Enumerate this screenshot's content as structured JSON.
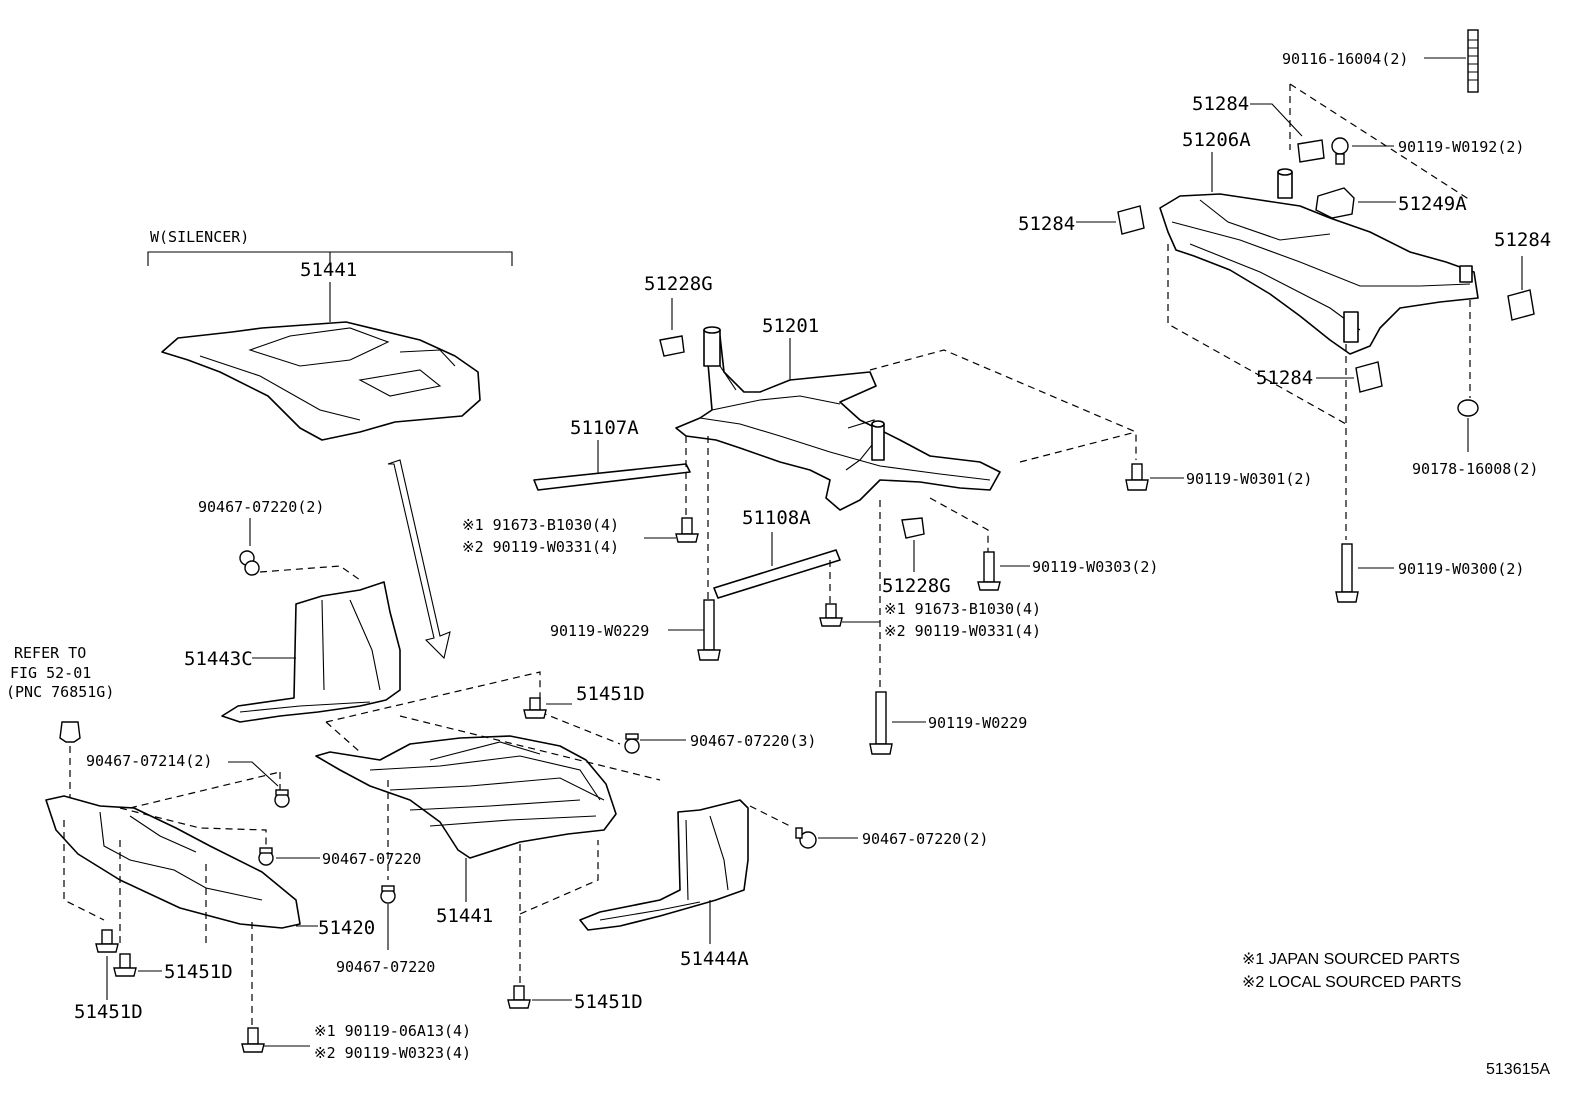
{
  "labels": {
    "w_silencer": "W(SILENCER)",
    "p51441_top": "51441",
    "p90467_07220_2_a": "90467-07220(2)",
    "p51443C": "51443C",
    "refer_1": "REFER TO",
    "refer_2": "FIG 52-01",
    "refer_3": "(PNC 76851G)",
    "p90467_07214_2": "90467-07214(2)",
    "p90467_07220_b": "90467-07220",
    "p51420": "51420",
    "p51451D_left_a": "51451D",
    "p51451D_left_b": "51451D",
    "p90467_07220_c": "90467-07220",
    "p90119_06A13": "※1 90119-06A13(4)",
    "p90119_W0323": "※2 90119-W0323(4)",
    "p51441_bottom": "51441",
    "p51451D_mid_top": "51451D",
    "p90467_07220_3": "90467-07220(3)",
    "p51451D_mid_bottom": "51451D",
    "p51444A": "51444A",
    "p90467_07220_2_b": "90467-07220(2)",
    "p51228G_top": "51228G",
    "p51201": "51201",
    "p51107A": "51107A",
    "p91673_B1030_a": "※1 91673-B1030(4)",
    "p90119_W0331_a": "※2 90119-W0331(4)",
    "p51108A": "51108A",
    "p90119_W0229_a": "90119-W0229",
    "p51228G_bottom": "51228G",
    "p91673_B1030_b": "※1 91673-B1030(4)",
    "p90119_W0331_b": "※2 90119-W0331(4)",
    "p90119_W0229_b": "90119-W0229",
    "p90119_W0301": "90119-W0301(2)",
    "p90119_W0303": "90119-W0303(2)",
    "p90116_16004": "90116-16004(2)",
    "p51284_a": "51284",
    "p51206A": "51206A",
    "p90119_W0192": "90119-W0192(2)",
    "p51249A": "51249A",
    "p51284_b": "51284",
    "p51284_c": "51284",
    "p51284_d": "51284",
    "p90178_16008": "90178-16008(2)",
    "p90119_W0300": "90119-W0300(2)"
  },
  "notes": {
    "japan": "※1 JAPAN SOURCED PARTS",
    "local": "※2 LOCAL SOURCED PARTS"
  },
  "figure_id": "513615A"
}
